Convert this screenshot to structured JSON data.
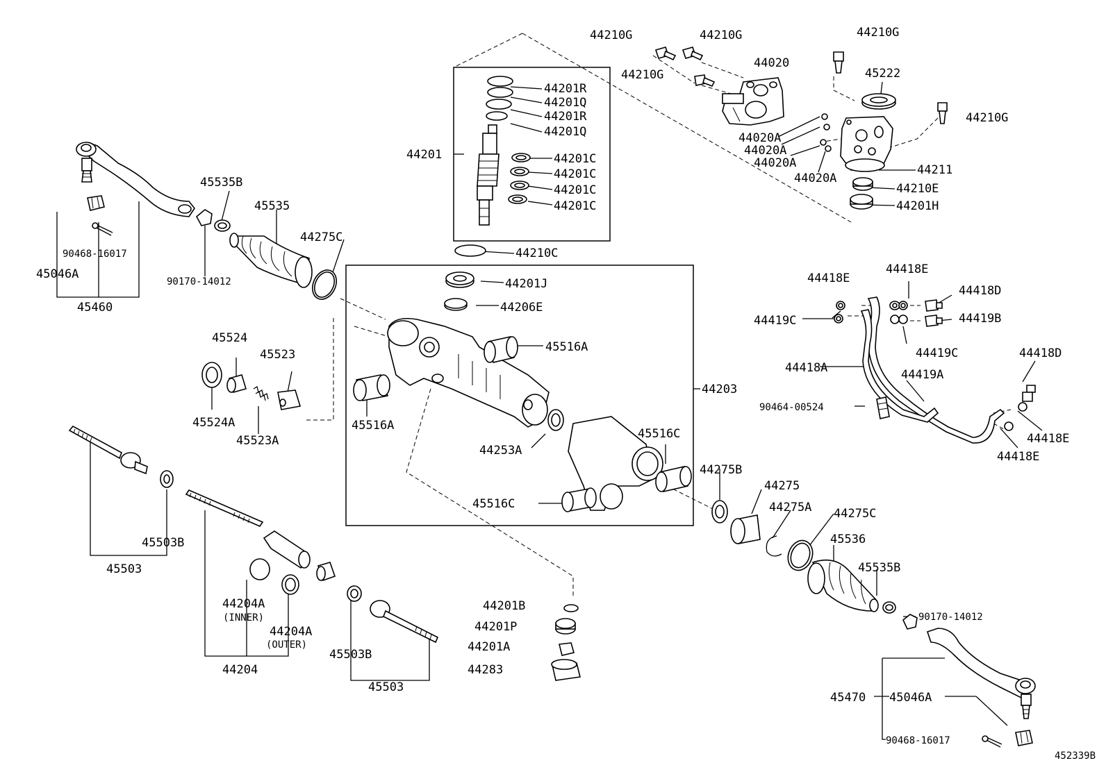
{
  "diagram_code": "452339B",
  "labels": {
    "l44210G_a": "44210G",
    "l44210G_b": "44210G",
    "l44210G_c": "44210G",
    "l44210G_d": "44210G",
    "l44210G_e": "44210G",
    "l44020": "44020",
    "l45222": "45222",
    "l44201R_a": "44201R",
    "l44201Q_a": "44201Q",
    "l44201R_b": "44201R",
    "l44201Q_b": "44201Q",
    "l44201": "44201",
    "l44201C_a": "44201C",
    "l44201C_b": "44201C",
    "l44201C_c": "44201C",
    "l44201C_d": "44201C",
    "l44020A_a": "44020A",
    "l44020A_b": "44020A",
    "l44020A_c": "44020A",
    "l44020A_d": "44020A",
    "l44211": "44211",
    "l44210E": "44210E",
    "l44201H": "44201H",
    "l44210C": "44210C",
    "l45535B_a": "45535B",
    "l45535": "45535",
    "l44275C_a": "44275C",
    "l90468_a": "90468-16017",
    "l45046A_a": "45046A",
    "l90170_a": "90170-14012",
    "l45460": "45460",
    "l44201J": "44201J",
    "l44206E": "44206E",
    "l45516A_a": "45516A",
    "l45516A_b": "45516A",
    "l44203": "44203",
    "l44253A": "44253A",
    "l45516C_a": "45516C",
    "l45516C_b": "45516C",
    "l45524": "45524",
    "l45523": "45523",
    "l45524A": "45524A",
    "l45523A": "45523A",
    "l44418E_a": "44418E",
    "l44418E_b": "44418E",
    "l44418D_a": "44418D",
    "l44419C_a": "44419C",
    "l44419B": "44419B",
    "l44419C_b": "44419C",
    "l44418A": "44418A",
    "l44419A": "44419A",
    "l90464": "90464-00524",
    "l44418D_b": "44418D",
    "l44418E_c": "44418E",
    "l44418E_d": "44418E",
    "l45503B_a": "45503B",
    "l45503_a": "45503",
    "l44204A_inner": "44204A",
    "l_inner": "(INNER)",
    "l44204A_outer": "44204A",
    "l_outer": "(OUTER)",
    "l44204": "44204",
    "l45503B_b": "45503B",
    "l45503_b": "45503",
    "l44201B": "44201B",
    "l44201P": "44201P",
    "l44201A": "44201A",
    "l44283": "44283",
    "l44275B": "44275B",
    "l44275": "44275",
    "l44275A": "44275A",
    "l44275C_b": "44275C",
    "l45536": "45536",
    "l45535B_b": "45535B",
    "l90170_b": "90170-14012",
    "l45470": "45470",
    "l45046A_b": "45046A",
    "l90468_b": "90468-16017"
  }
}
